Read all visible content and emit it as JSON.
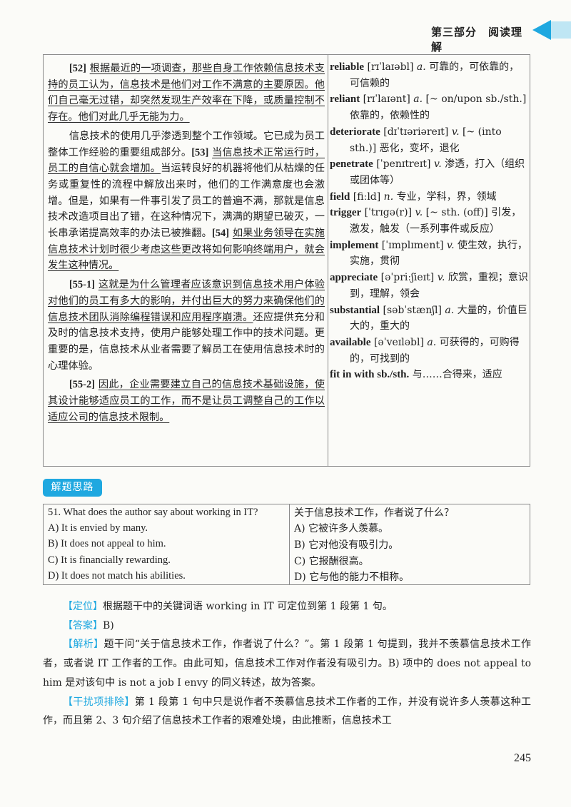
{
  "header": {
    "title": "第三部分　阅读理解"
  },
  "translation": {
    "p1": {
      "tag": "[52]",
      "underlined": "根据最近的一项调查，那些自身工作依赖信息技术支持的员工认为，信息技术是他们对工作不满意的主要原因。他们自己毫无过错，却突然发现生产效率在下降，或质量控制不存在。他们对此几乎无能为力。"
    },
    "p2": {
      "text_a": "信息技术的使用几乎渗透到整个工作领域。它已成为员工整体工作经验的重要组成部分。",
      "tag_a": "[53]",
      "underlined_a": "当信息技术正常运行时，员工的自信心就会增加。",
      "text_b": "当运转良好的机器将他们从枯燥的任务或重复性的流程中解放出来时，他们的工作满意度也会激增。但是，如果有一件事引发了员工的普遍不满，那就是信息技术改造项目出了错，在这种情况下，满满的期望已破灭，一长串承诺提高效率的办法已被推翻。",
      "tag_b": "[54]",
      "underlined_b": "如果业务领导在实施信息技术计划时很少考虑这些更改将如何影响终端用户，就会发生这种情况。"
    },
    "p3": {
      "tag": "[55-1]",
      "underlined": "这就是为什么管理者应该意识到信息技术用户体验对他们的员工有多大的影响，并付出巨大的努力来确保他们的信息技术团队消除编程错误和应用程序崩溃。",
      "text": "还应提供充分和及时的信息技术支持，使用户能够处理工作中的技术问题。更重要的是，信息技术从业者需要了解员工在使用信息技术时的心理体验。"
    },
    "p4": {
      "tag": "[55-2]",
      "underlined": "因此，企业需要建立自己的信息技术基础设施，使其设计能够适应员工的工作，而不是让员工调整自己的工作以适应公司的信息技术限制。"
    }
  },
  "vocabulary": [
    {
      "word": "reliable",
      "phonetic": "[rɪˈlaɪəbl]",
      "pos": "a.",
      "meaning": "可靠的，可依靠的，可信赖的"
    },
    {
      "word": "reliant",
      "phonetic": "[rɪˈlaɪənt]",
      "pos": "a.",
      "meaning": "[~ on/upon sb./sth.] 依靠的，依赖性的"
    },
    {
      "word": "deteriorate",
      "phonetic": "[dɪˈtɪəriəreɪt]",
      "pos": "v.",
      "meaning": "[~ (into sth.)] 恶化，变坏，退化"
    },
    {
      "word": "penetrate",
      "phonetic": "[ˈpenɪtreɪt]",
      "pos": "v.",
      "meaning": "渗透，打入（组织或团体等）"
    },
    {
      "word": "field",
      "phonetic": "[fiːld]",
      "pos": "n.",
      "meaning": "专业，学科，界，领域"
    },
    {
      "word": "trigger",
      "phonetic": "[ˈtrɪgə(r)]",
      "pos": "v.",
      "meaning": "[~ sth. (off)] 引发，激发，触发（一系列事件或反应）"
    },
    {
      "word": "implement",
      "phonetic": "[ˈɪmplɪment]",
      "pos": "v.",
      "meaning": "使生效，执行，实施，贯彻"
    },
    {
      "word": "appreciate",
      "phonetic": "[əˈpriːʃieɪt]",
      "pos": "v.",
      "meaning": "欣赏，重视；意识到，理解，领会"
    },
    {
      "word": "substantial",
      "phonetic": "[səbˈstænʃl]",
      "pos": "a.",
      "meaning": "大量的，价值巨大的，重大的"
    },
    {
      "word": "available",
      "phonetic": "[əˈveɪləbl]",
      "pos": "a.",
      "meaning": "可获得的，可购得的，可找到的"
    },
    {
      "word": "fit in with sb./sth.",
      "phonetic": "",
      "pos": "",
      "meaning": "与……合得来，适应"
    }
  ],
  "section_badge": "解题思路",
  "question_table": [
    {
      "en": "51. What does the author say about working in IT?",
      "zh": "关于信息技术工作，作者说了什么？"
    },
    {
      "en": "A) It is envied by many.",
      "zh": "A) 它被许多人羡慕。"
    },
    {
      "en": "B) It does not appeal to him.",
      "zh": "B) 它对他没有吸引力。"
    },
    {
      "en": "C) It is financially rewarding.",
      "zh": "C) 它报酬很高。"
    },
    {
      "en": "D) It does not match his abilities.",
      "zh": "D) 它与他的能力不相称。"
    }
  ],
  "analysis": {
    "locate_label": "【定位】",
    "locate_text": "根据题干中的关键词语 working in IT 可定位到第 1 段第 1 句。",
    "answer_label": "【答案】",
    "answer_text": "B)",
    "explain_label": "【解析】",
    "explain_text": "题干问“关于信息技术工作，作者说了什么？”。第 1 段第 1 句提到，我并不羡慕信息技术工作者，或者说 IT 工作者的工作。由此可知，信息技术工作对作者没有吸引力。B) 项中的 does not appeal to him 是对该句中 is not a job I envy 的同义转述，故为答案。",
    "distract_label": "【干扰项排除】",
    "distract_text": "第 1 段第 1 句中只是说作者不羡慕信息技术工作者的工作，并没有说许多人羡慕这种工作，而且第 2、3 句介绍了信息技术工作者的艰难处境，由此推断，信息技术工"
  },
  "page_number": "245",
  "colors": {
    "accent": "#1fa8e0",
    "accent_light": "#bfe6f4",
    "border": "#8a8a8a"
  }
}
